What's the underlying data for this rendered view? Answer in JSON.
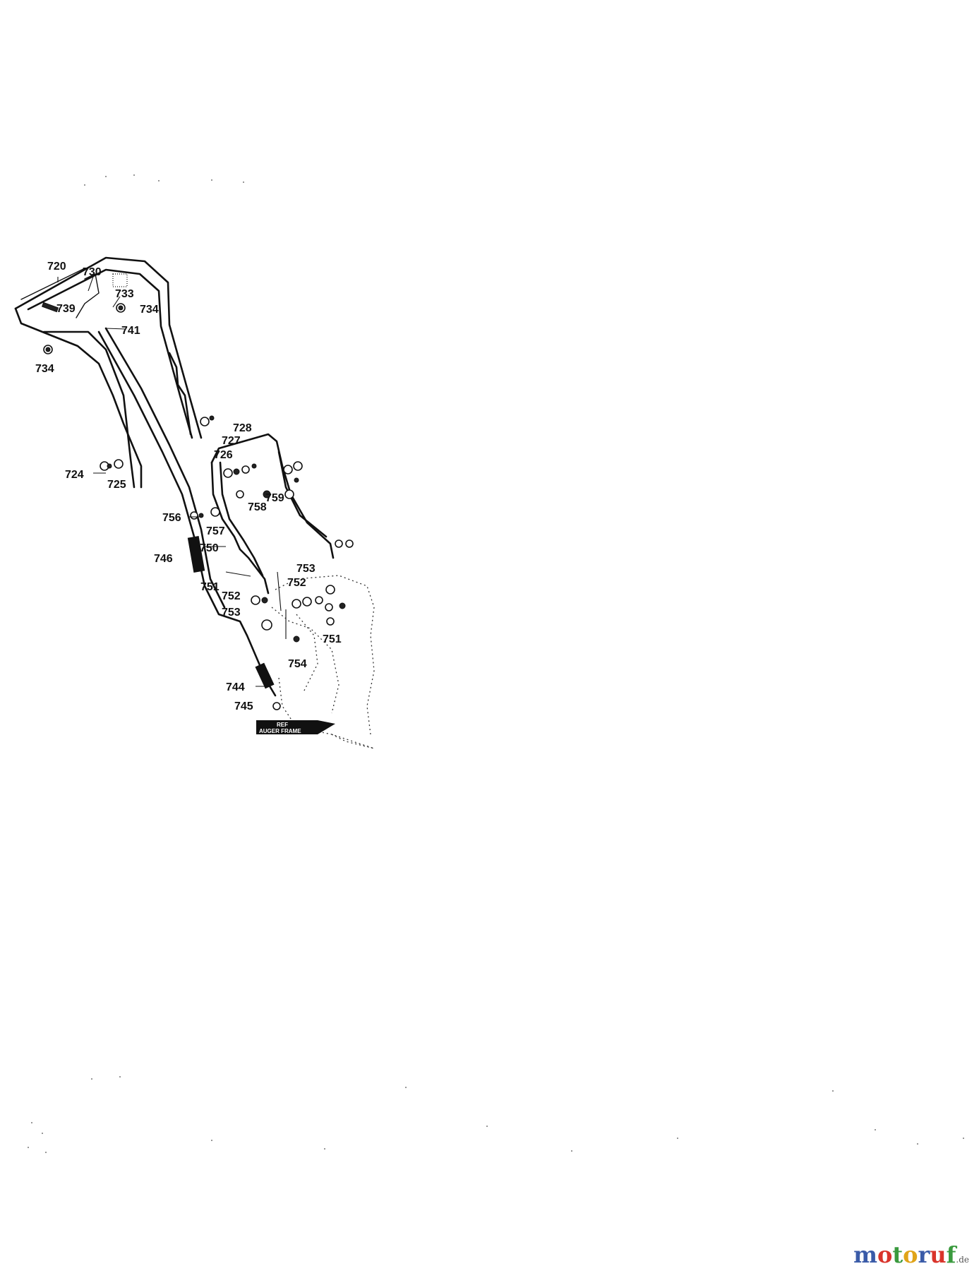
{
  "diagram": {
    "part_labels": {
      "p720": "720",
      "p730": "730",
      "p733": "733",
      "p734a": "734",
      "p739": "739",
      "p741": "741",
      "p734b": "734",
      "p728": "728",
      "p727": "727",
      "p726": "726",
      "p759": "759",
      "p758": "758",
      "p724": "724",
      "p725": "725",
      "p756": "756",
      "p757": "757",
      "p746": "746",
      "p750": "750",
      "p753a": "753",
      "p752a": "752",
      "p751a": "751",
      "p752b": "752",
      "p753b": "753",
      "p751b": "751",
      "p754": "754",
      "p744": "744",
      "p745": "745"
    },
    "ref_tag": {
      "line1": "REF",
      "line2": "AUGER FRAME"
    }
  },
  "watermark": {
    "letters": [
      "m",
      "o",
      "t",
      "o",
      "r",
      "u",
      "f"
    ],
    "suffix": ".de"
  }
}
